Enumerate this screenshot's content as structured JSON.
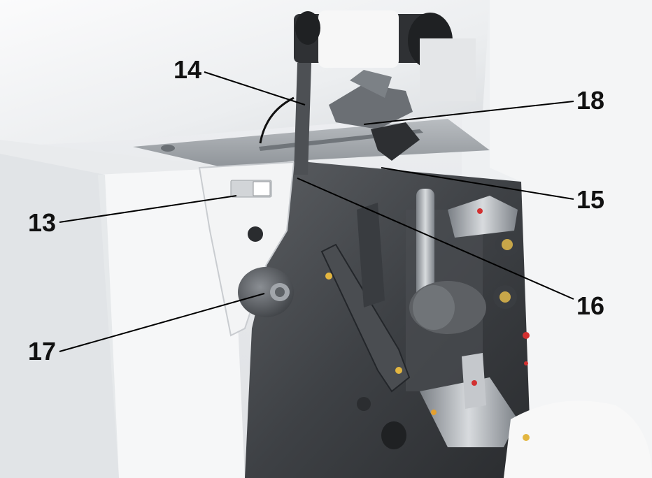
{
  "callouts": {
    "c13": "13",
    "c14": "14",
    "c15": "15",
    "c16": "16",
    "c17": "17",
    "c18": "18"
  }
}
